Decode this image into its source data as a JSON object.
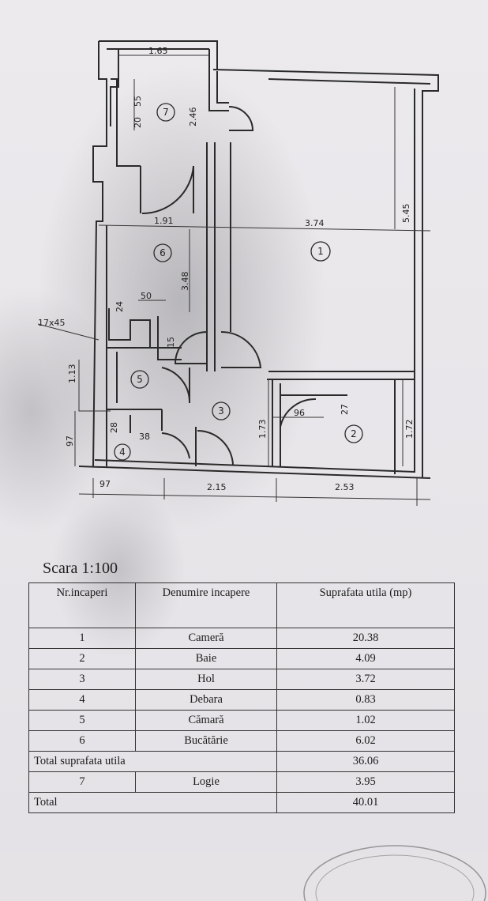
{
  "plan": {
    "rooms": [
      {
        "id": "room-1",
        "number": "1"
      },
      {
        "id": "room-2",
        "number": "2"
      },
      {
        "id": "room-3",
        "number": "3"
      },
      {
        "id": "room-4",
        "number": "4"
      },
      {
        "id": "room-5",
        "number": "5"
      },
      {
        "id": "room-6",
        "number": "6"
      },
      {
        "id": "room-7",
        "number": "7"
      }
    ],
    "dimensions": {
      "d_165": "1.65",
      "d_246": "2.46",
      "d_55": "55",
      "d_20": "20",
      "d_191": "1.91",
      "d_374": "3.74",
      "d_545": "5.45",
      "d_348": "3.48",
      "d_24": "24",
      "d_50": "50",
      "d_15": "15",
      "d_1745": "17x45",
      "d_113": "1.13",
      "d_173": "1.73",
      "d_96": "96",
      "d_27": "27",
      "d_172": "1.72",
      "d_28": "28",
      "d_38": "38",
      "d_97v": "97",
      "d_97h": "97",
      "d_215": "2.15",
      "d_253": "2.53"
    }
  },
  "scale_label": "Scara 1:100",
  "table": {
    "headers": [
      "Nr.incaperi",
      "Denumire incapere",
      "Suprafata utila (mp)"
    ],
    "rows": [
      {
        "nr": "1",
        "name": "Cameră",
        "area": "20.38"
      },
      {
        "nr": "2",
        "name": "Baie",
        "area": "4.09"
      },
      {
        "nr": "3",
        "name": "Hol",
        "area": "3.72"
      },
      {
        "nr": "4",
        "name": "Debara",
        "area": "0.83"
      },
      {
        "nr": "5",
        "name": "Cămară",
        "area": "1.02"
      },
      {
        "nr": "6",
        "name": "Bucătărie",
        "area": "6.02"
      }
    ],
    "subtotal": {
      "label": "Total suprafata utila",
      "area": "36.06"
    },
    "extra_row": {
      "nr": "7",
      "name": "Logie",
      "area": "3.95"
    },
    "total": {
      "label": "Total",
      "area": "40.01"
    }
  },
  "colors": {
    "ink": "#1b1b1b",
    "paper": "#e6e3e6",
    "wall": "#2a2a2a"
  }
}
